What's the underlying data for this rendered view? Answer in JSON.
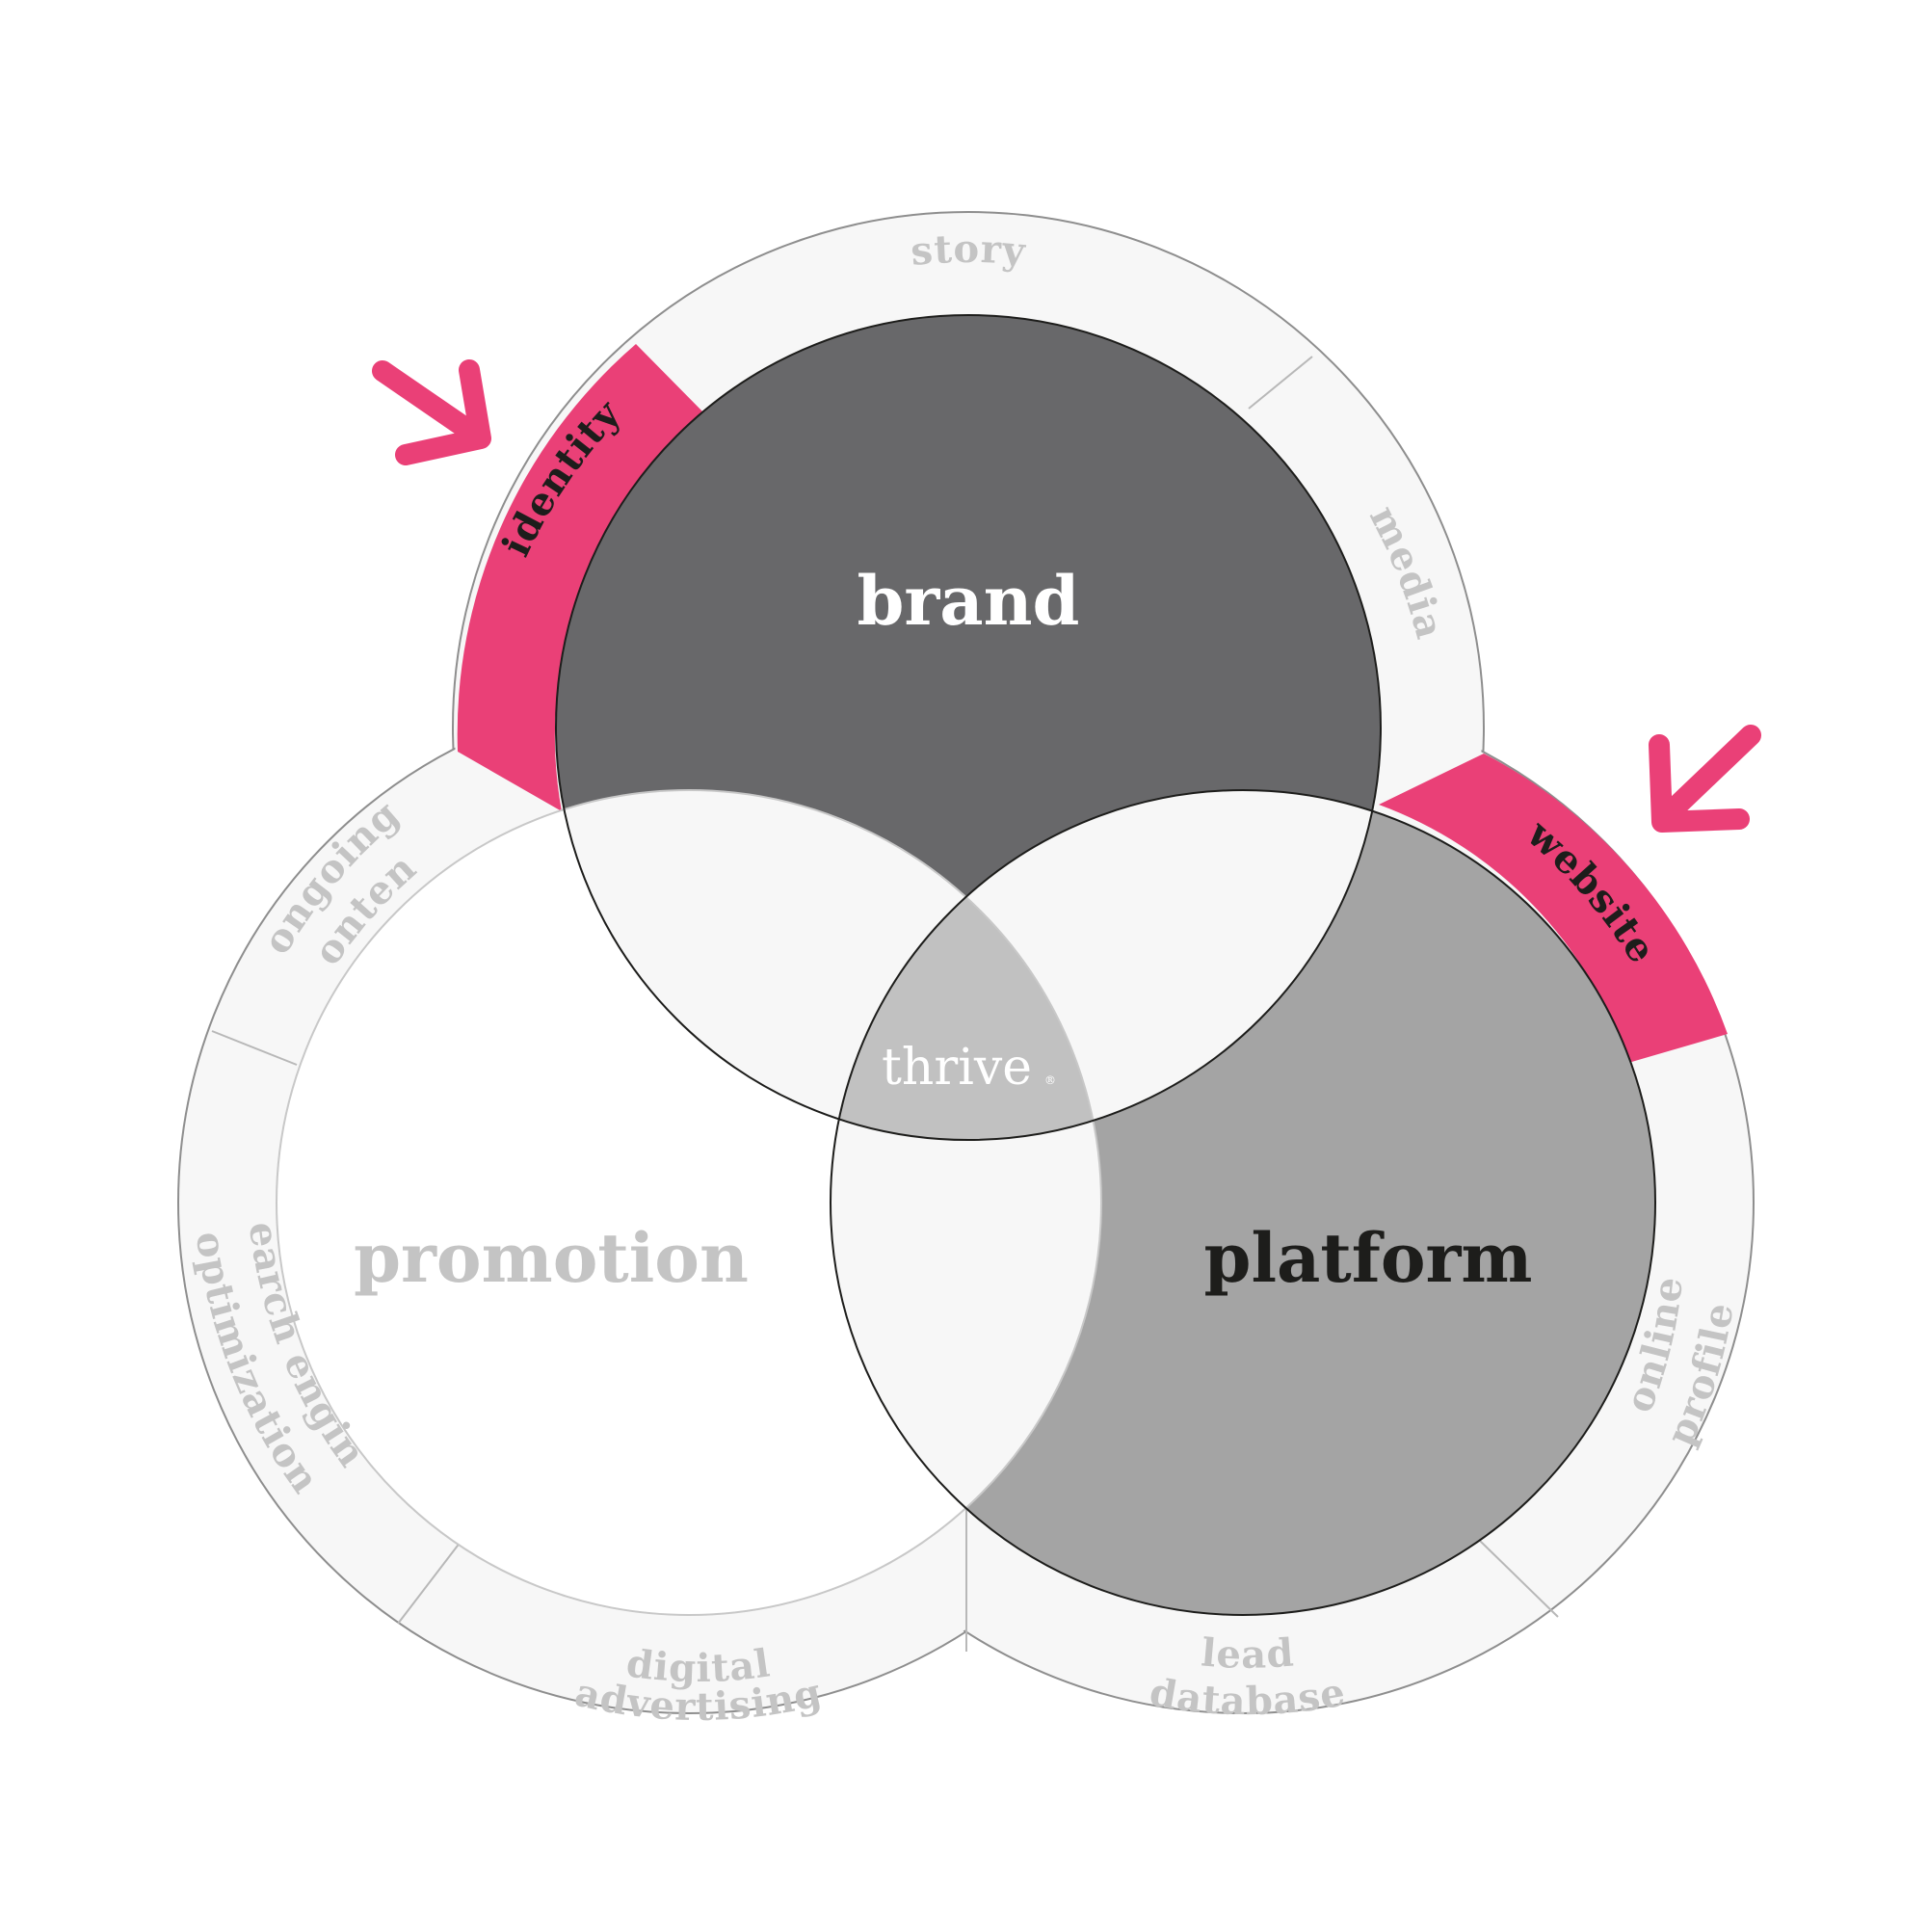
{
  "colors": {
    "ring_fill": "#f7f7f7",
    "ring_stroke": "#9a9a9a",
    "brand_fill": "#68686a",
    "platform_fill": "#a4a4a4",
    "promotion_fill": "#ffffff",
    "overlap_fill": "#f7f7f7",
    "center_fill": "#c1c1c1",
    "accent": "#ea4077",
    "muted_text": "#c4c4c4"
  },
  "circles": {
    "brand": {
      "label": "brand",
      "text_color": "#ffffff"
    },
    "platform": {
      "label": "platform",
      "text_color": "#1d1d1b"
    },
    "promotion": {
      "label": "promotion",
      "text_color": "#c4c4c4"
    }
  },
  "center": {
    "label": "thrive",
    "mark": "®",
    "text_color": "#ffffff"
  },
  "segments": {
    "story": "story",
    "media": "media",
    "identity": "identity",
    "website": "website",
    "ongoing_content": [
      "ongoing",
      "content"
    ],
    "search_engine_optimization": [
      "search engine",
      "optimization"
    ],
    "digital_advertising": [
      "digital",
      "advertising"
    ],
    "lead_database": [
      "lead",
      "database"
    ],
    "online_profiles": [
      "online",
      "profiles"
    ]
  },
  "highlighted_segments": [
    "identity",
    "website"
  ],
  "arrows": [
    "arrow-icon-identity",
    "arrow-icon-website"
  ]
}
